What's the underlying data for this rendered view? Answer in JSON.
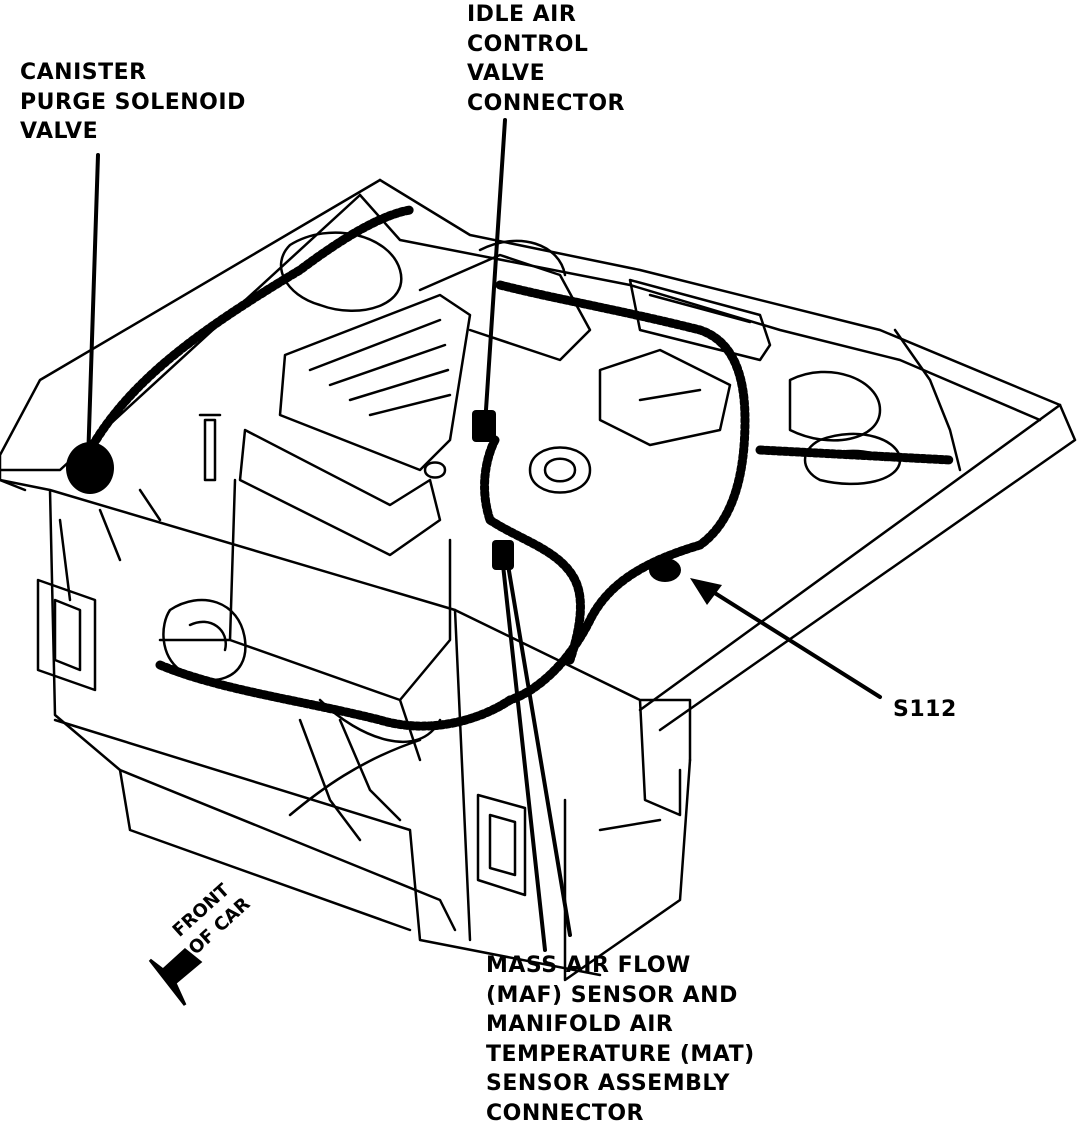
{
  "callouts": {
    "canister_purge": [
      "CANISTER",
      "PURGE SOLENOID",
      "VALVE"
    ],
    "idle_air": [
      "IDLE AIR",
      "CONTROL",
      "VALVE",
      "CONNECTOR"
    ],
    "s112": "S112",
    "maf_mat": [
      "MASS AIR FLOW",
      "(MAF) SENSOR AND",
      "MANIFOLD AIR",
      "TEMPERATURE (MAT)",
      "SENSOR ASSEMBLY",
      "CONNECTOR"
    ]
  },
  "orientation": [
    "FRONT",
    "OF CAR"
  ],
  "colors": {
    "ink": "#000000",
    "paper": "#ffffff"
  }
}
